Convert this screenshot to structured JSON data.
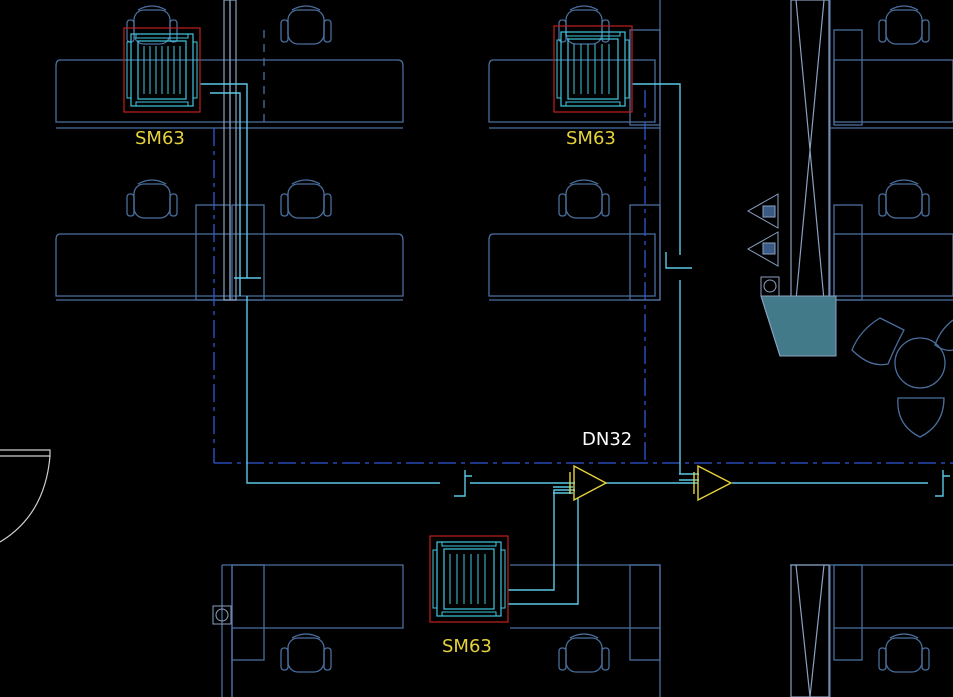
{
  "colors": {
    "background": "#000000",
    "furniture": "#4a6f9e",
    "pipe": "#5bc8e6",
    "unit_box": "#c0211e",
    "unit_body": "#3fc9e0",
    "label": "#e6d23a",
    "valve": "#e6d23a",
    "wall": "#8aa0bf",
    "fill_block": "#437a8a"
  },
  "labels": {
    "unit_top_left": "SM63",
    "unit_top_mid": "SM63",
    "unit_bottom": "SM63",
    "pipe_size": "DN32"
  },
  "icons": {
    "unit": "fan-coil-unit-icon",
    "valve": "triangle-valve-icon",
    "chair": "chair-icon",
    "door": "door-swing-icon"
  }
}
